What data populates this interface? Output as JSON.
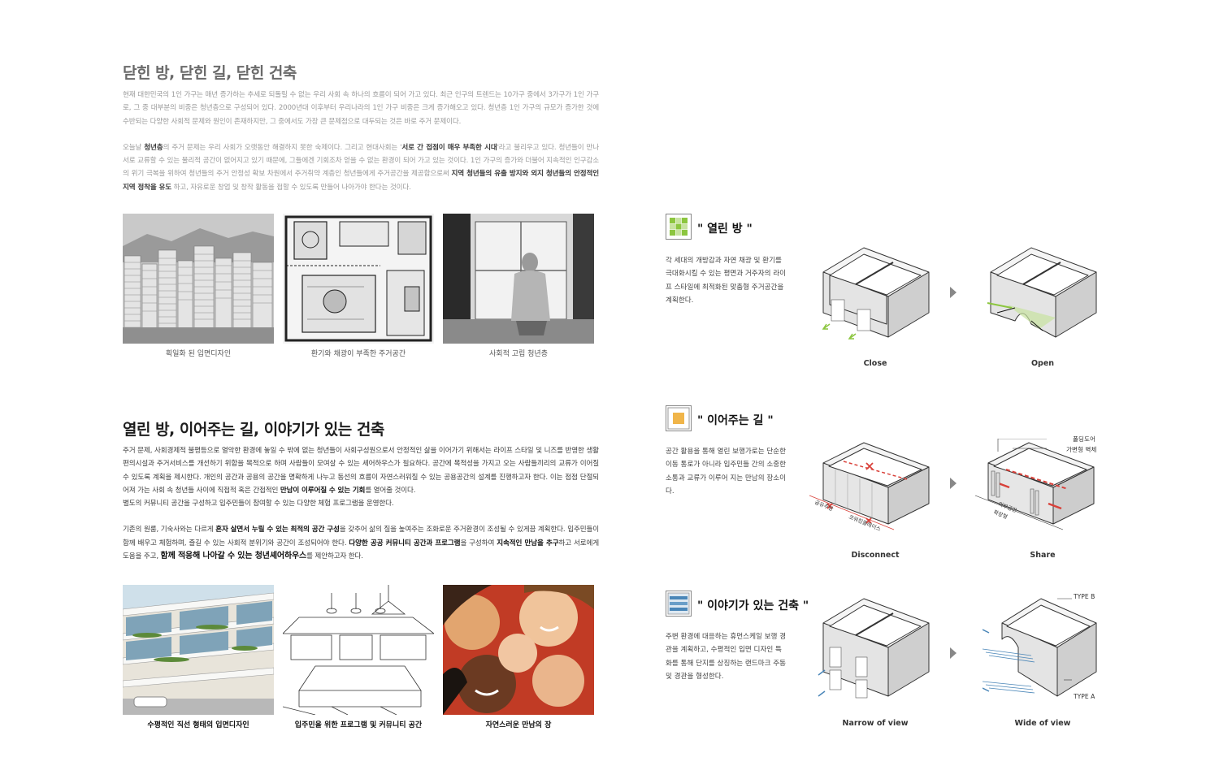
{
  "top": {
    "title": "닫힌 방, 닫힌 길, 닫힌 건축",
    "para1": "현재 대한민국의 1인 가구는 매년 증가하는 추세로 되돌릴 수 없는 우리 사회 속 하나의 흐름이 되어 가고 있다. 최근 인구의 트렌드는 10가구 중에서 3가구가 1인 가구로, 그 중 대부분의 비중은 청년층으로 구성되어 있다. 2000년대 이후부터 우리나라의 1인 가구 비중은 크게 증가해오고 있다. 청년층 1인 가구의 규모가 증가한 것에 수반되는 다양한 사회적 문제와 원인이 존재하지만, 그 중에서도 가장 큰 문제점으로 대두되는 것은 바로 주거 문제이다.",
    "para2": {
      "a": "오늘날 ",
      "b": "청년층",
      "c": "의 주거 문제는 우리 사회가 오랫동안 해결하지 못한 숙제이다. 그리고 현대사회는 '",
      "d": "서로 간 접점이 매우 부족한 시대",
      "e": "'라고 불리우고 있다. 청년들이 만나 서로 교류할 수 있는 물리적 공간이 없어지고 있기 때문에, 그들에겐 기회조차 얻을 수 없는 환경이 되어 가고 있는 것이다. 1인 가구의 증가와 더불어 지속적인 인구감소의 위기 극복을 위하여 청년들의 주거 안정성 확보 차원에서 주거취약 계층인 청년들에게 주거공간을 제공함으로써 ",
      "f": "지역 청년들의 유출 방지와 외지 청년들의 안정적인 지역 정착을 유도",
      "g": " 하고, 자유로운 창업 및 창작 활동을 접할 수 있도록  만들어 나아가야 한다는 것이다."
    },
    "captions": [
      "획일화 된 입면디자인",
      "환기와 채광이 부족한 주거공간",
      "사회적 고립 청년층"
    ]
  },
  "bottom": {
    "title": "열린 방, 이어주는 길, 이야기가 있는 건축",
    "para1": {
      "a": "주거 문제, 사회경제적 불평등으로 열악한 환경에 놓일 수 밖에 없는 청년들이 사회구성원으로서 안정적인 삶을 이어가기 위해서는 라이프 스타일 및 니즈를 반영한 생활편의시설과 주거서비스를 개선하기 위함을 목적으로 하며 사람들이 모여살 수 있는 셰어하우스가 필요하다. 공간에 목적성을 가지고 오는 사람들끼리의 교류가 이어질 수 있도록 계획을 제시한다. 개인의 공간과 공용의 공간을 명확하게 나누고 동선의 흐름이 자연스러워질 수 있는 공용공간의 설계를 진행하고자 한다. 이는 점점 단절되어져 가는 사회 속 청년들 사이에 직접적 혹은 간접적인 ",
      "b": "만남이 이루어질 수 있는 기회",
      "c": "를 열어줄 것이다."
    },
    "para2": "별도의 커뮤니티 공간을 구성하고 입주민들이 참여할 수 있는 다양한 체험 프로그램을 운영한다.",
    "para3": {
      "a": "기존의 원룸, 기숙사와는 다르게 ",
      "b": "혼자 살면서 누릴 수 있는 최적의 공간 구성",
      "c": "을 갖추어 삶의 질을 높여주는 조화로운 주거환경이 조성될 수 있게끔 계획한다. 입주민들이 함께 배우고 체험하며, 즐길 수 있는 사회적 분위기와 공간이 조성되어야 한다. ",
      "d": "다양한 공공 커뮤니티 공간과 프로그램",
      "e": "을 구성하여 ",
      "f": "지속적인 만남을 추구",
      "g": "하고 서로에게 도움을 주고, ",
      "h": "함께 적응해 나아갈 수 있는 청년셰어하우스",
      "i": "를 제안하고자 한다."
    },
    "captions": [
      "수평적인 직선 형태의 입면디자인",
      "입주민을 위한 프로그램 및 커뮤니티 공간",
      "자연스러운 만남의 장"
    ]
  },
  "right": {
    "sections": [
      {
        "title": "\" 열린 방 \"",
        "desc": "각 세대의 개방감과 자연 채광 및 환기를 극대화시킬 수 있는 평면과 거주자의 라이프 스타일에 최적화된 맞춤형 주거공간을 계획한다.",
        "left_label": "Close",
        "right_label": "Open",
        "icon": "green-grid-icon"
      },
      {
        "title": "\" 이어주는 길 \"",
        "desc": "공간 활용을  통해 열린 보행가로는 단순한 이동 통로가 아니라 입주민들 간의 소중한 소통과 교류가 이루어 지는 만남의 장소이다.",
        "left_label": "Disconnect",
        "right_label": "Share",
        "icon": "orange-square-icon",
        "callouts": [
          "폴딩도어",
          "가변형 벽체"
        ],
        "left_tags": [
          "공유주방",
          "코워킹플레이스"
        ],
        "right_tags": [
          "외부공간",
          "확장형"
        ]
      },
      {
        "title": "\" 이야기가 있는 건축 \"",
        "desc": "주변 환경에 대응하는 휴먼스케일 보행 경관을 계획하고, 수평적인 입면 디자인 특화를 통해 단지를 상징하는 랜드마크 주동 및 경관을 형성한다.",
        "left_label": "Narrow of view",
        "right_label": "Wide of view",
        "icon": "blue-stripes-icon",
        "callouts": [
          "TYPE B",
          "TYPE A"
        ]
      }
    ]
  },
  "colors": {
    "accent_green": "#8cc63f",
    "accent_orange": "#f0b54a",
    "accent_blue": "#4a86b8",
    "red_dash": "#d9413a"
  }
}
